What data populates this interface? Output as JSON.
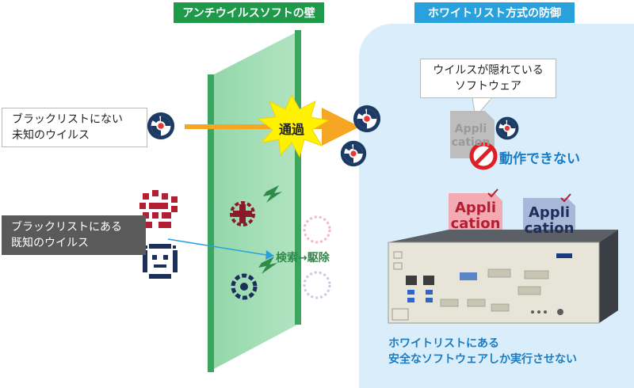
{
  "headers": {
    "antivirus_wall": "アンチウイルスソフトの壁",
    "whitelist_defense": "ホワイトリスト方式の防御"
  },
  "callouts": {
    "unknown_virus": [
      "ブラックリストにない",
      "未知のウイルス"
    ],
    "known_virus": [
      "ブラックリストにある",
      "既知のウイルス"
    ],
    "hidden_virus": [
      "ウイルスが隠れている",
      "ソフトウェア"
    ]
  },
  "labels": {
    "pass_through": "通過",
    "search_remove": "検索→駆除",
    "cannot_run": "動作できない",
    "whitelist_note": [
      "ホワイトリストにある",
      "安全なソフトウェアしか実行させない"
    ]
  },
  "app_cards": {
    "grey": [
      "Appli",
      "cation"
    ],
    "red": [
      "Appli",
      "cation"
    ],
    "blue": [
      "Appli",
      "cation"
    ]
  },
  "colors": {
    "header_green": "#1e9a4a",
    "header_blue": "#29a1dd",
    "wall_green": "#58c07a",
    "arrow_orange": "#f5a623",
    "arrow_blue": "#2aa1de",
    "burst_yellow": "#fff200",
    "right_panel": "#d9eefa"
  }
}
